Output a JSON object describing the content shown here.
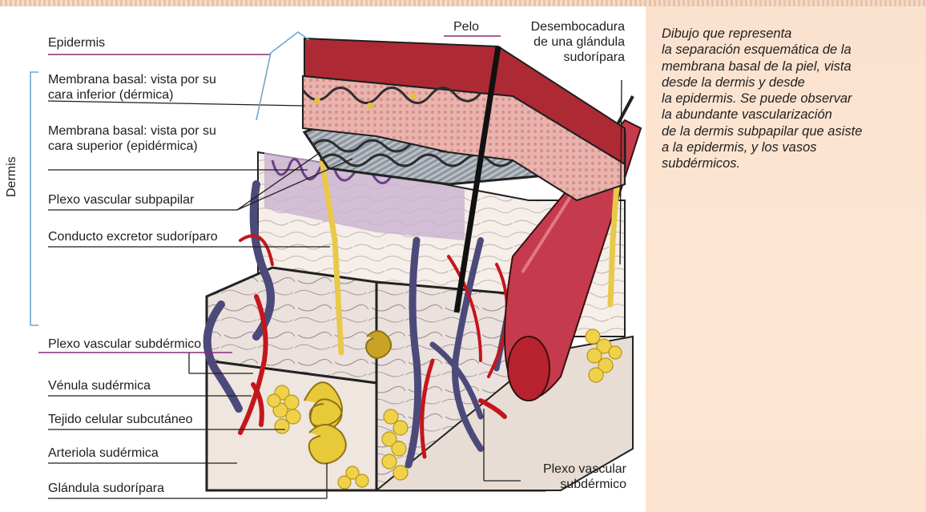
{
  "labels": {
    "epidermis": "Epidermis",
    "membrana_inferior": [
      "Membrana basal: vista por su",
      "cara inferior (dérmica)"
    ],
    "membrana_superior": [
      "Membrana basal: vista por su",
      "cara superior (epidérmica)"
    ],
    "plexo_subpapilar": "Plexo vascular subpapilar",
    "conducto_excretor": "Conducto excretor sudoríparo",
    "plexo_subdermico_left": "Plexo vascular subdérmico",
    "venula": "Vénula sudérmica",
    "tejido": "Tejido celular subcutáneo",
    "arteriola": "Arteriola sudérmica",
    "glandula": "Glándula sudorípara",
    "dermis": "Dermis",
    "pelo": "Pelo",
    "desembocadura": [
      "Desembocadura",
      "de una glándula",
      "sudorípara"
    ],
    "plexo_subdermico_right": [
      "Plexo vascular",
      "subdérmico"
    ]
  },
  "caption": [
    "Dibujo que representa",
    "la separación esquemática de la",
    "membrana basal de la piel, vista",
    "desde la dermis y desde",
    "la epidermis. Se puede observar",
    "la abundante vascularización",
    "de la dermis subpapilar que asiste",
    "a la epidermis, y los vasos",
    "subdérmicos."
  ],
  "colors": {
    "bracket": "#6fa7cf",
    "accent_line": "#8b2a7a",
    "artery": "#c4161c",
    "vein": "#4b4a78",
    "gland": "#e6c52a",
    "epidermis": "#c88a8a",
    "caption_bg": "#fde4d0"
  }
}
